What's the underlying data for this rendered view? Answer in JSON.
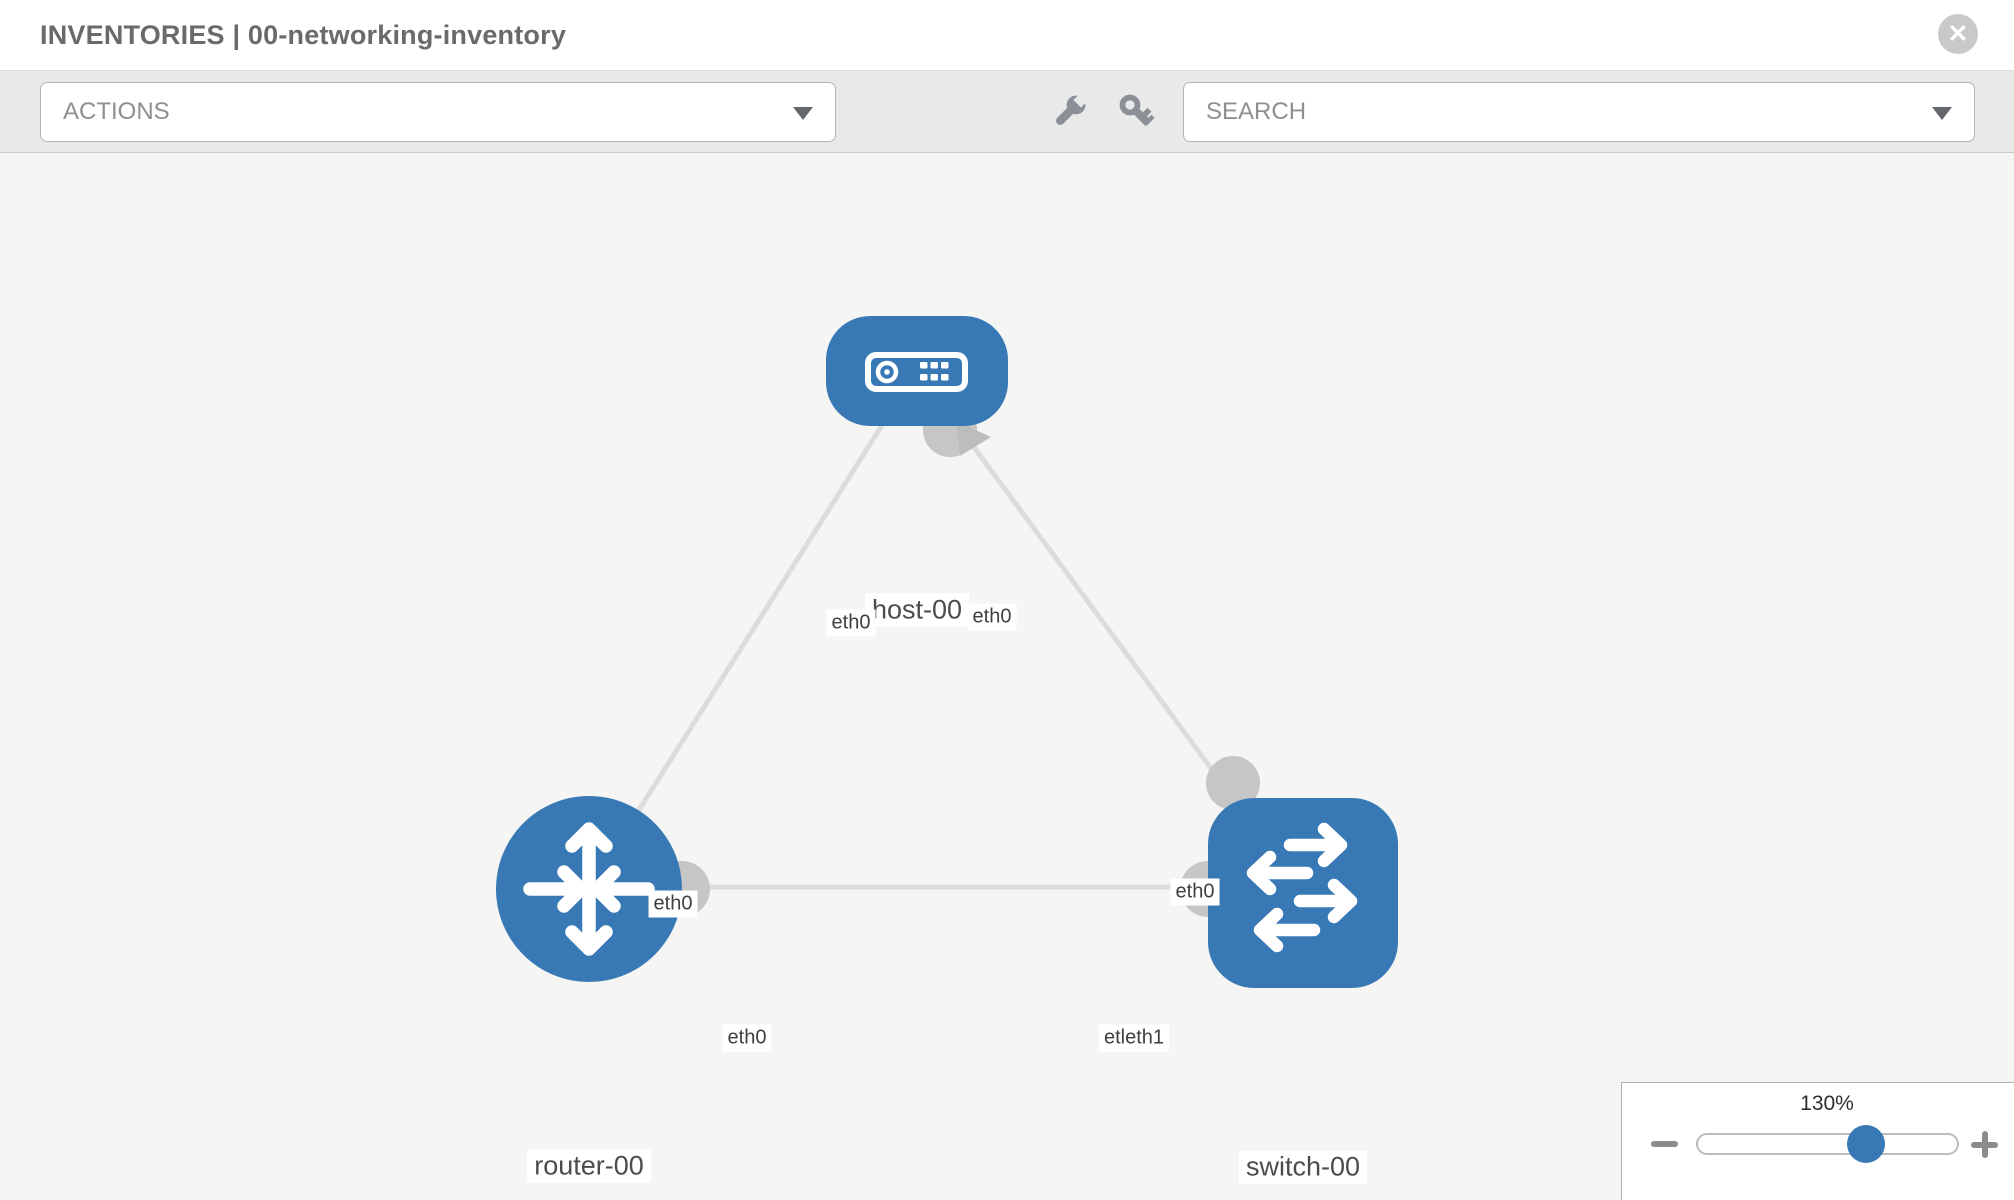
{
  "header": {
    "title": "INVENTORIES | 00-networking-inventory",
    "close_icon": "✕"
  },
  "toolbar": {
    "actions_dropdown": {
      "label": "ACTIONS"
    },
    "search_dropdown": {
      "placeholder": "SEARCH"
    },
    "icons": [
      "wrench-icon",
      "key-icon"
    ]
  },
  "canvas": {
    "nodes": [
      {
        "label": "host-00",
        "type": "host"
      },
      {
        "label": "router-00",
        "type": "router"
      },
      {
        "label": "switch-00",
        "type": "switch"
      }
    ],
    "links": [
      {
        "from": "host-00",
        "to": "router-00"
      },
      {
        "from": "host-00",
        "to": "switch-00"
      },
      {
        "from": "router-00",
        "to": "switch-00"
      }
    ],
    "interface_labels": [
      {
        "text": "eth0",
        "position": "host-bottom-left"
      },
      {
        "text": "eth0",
        "position": "host-bottom-right"
      },
      {
        "text": "eth0",
        "position": "link-host-router"
      },
      {
        "text": "eth0",
        "position": "link-host-switch"
      },
      {
        "text": "eth0",
        "position": "router-right"
      },
      {
        "text": "etleth1",
        "position": "switch-left-overlapped"
      }
    ],
    "colors": {
      "node_blue": "#3879b5",
      "link_gray": "#dcdcdc",
      "dot_gray": "#c6c6c6",
      "canvas_bg": "#f5f5f4"
    }
  },
  "zoom_control": {
    "level": "130%"
  }
}
